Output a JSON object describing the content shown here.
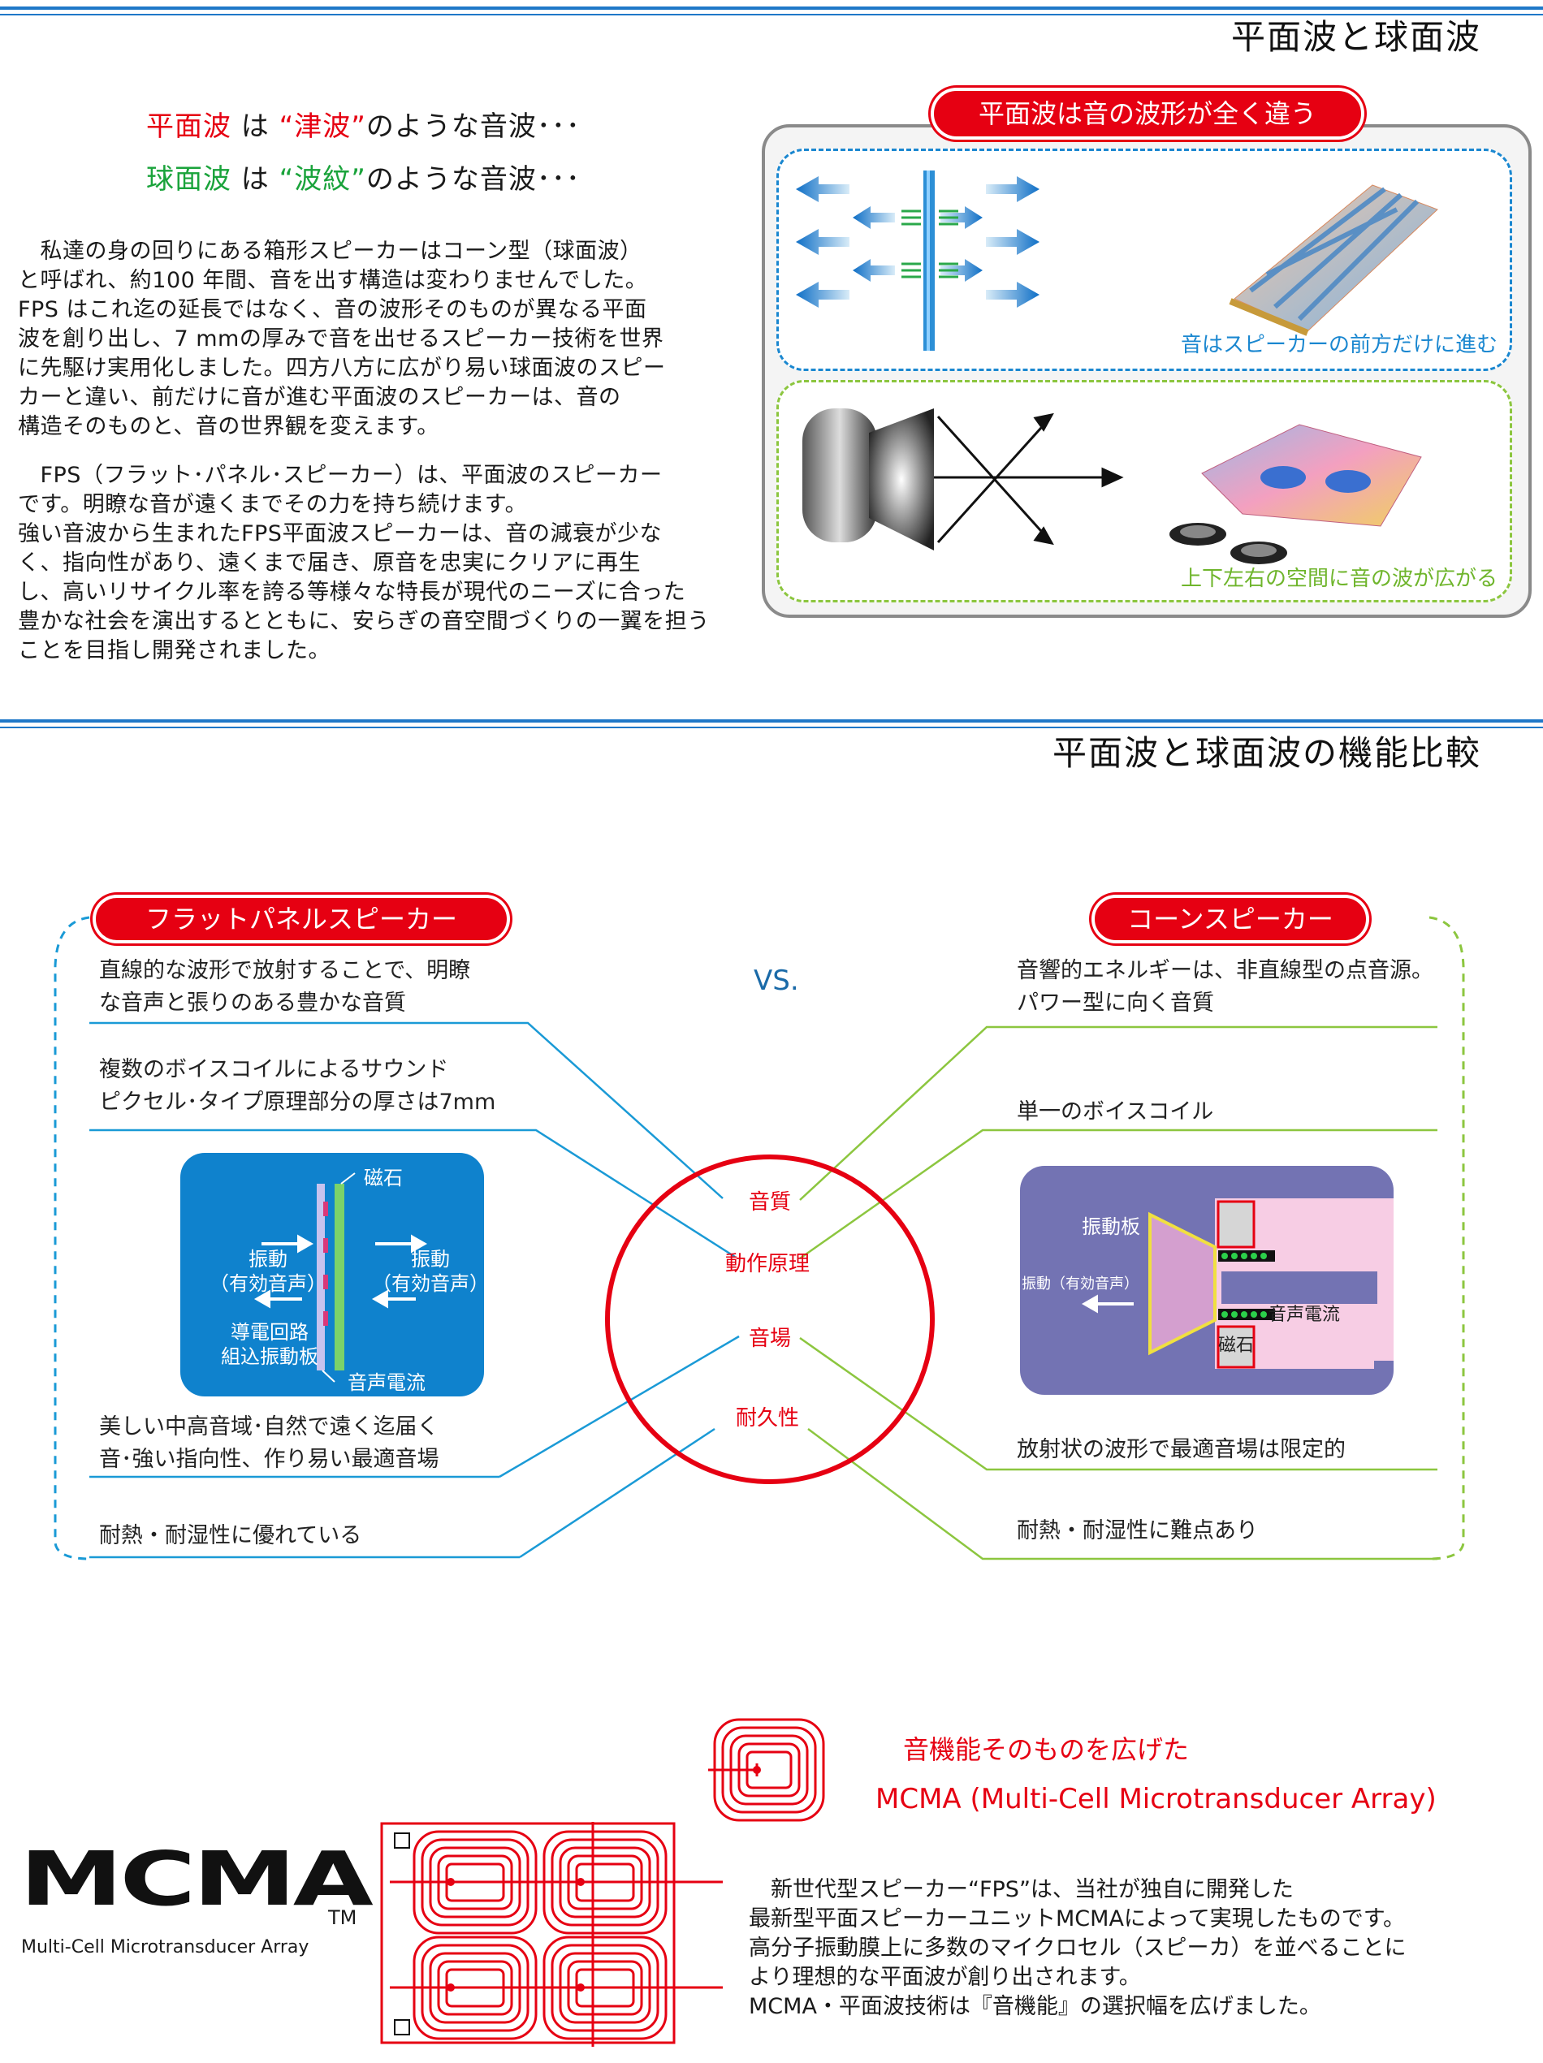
{
  "section1": {
    "title": "平面波と球面波",
    "intro": {
      "line1_a": "平面波",
      "line1_b": " は ",
      "line1_c": "“津波”",
      "line1_d": "のような音波･･･",
      "line2_a": "球面波",
      "line2_b": " は ",
      "line2_c": "“波紋”",
      "line2_d": "のような音波･･･"
    },
    "para1": [
      "　私達の身の回りにある箱形スピーカーはコーン型（球面波）",
      "と呼ばれ、約100 年間、音を出す構造は変わりませんでした。",
      "FPS はこれ迄の延長ではなく、音の波形そのものが異なる平面",
      "波を創り出し、7 mmの厚みで音を出せるスピーカー技術を世界",
      "に先駆け実用化しました。四方八方に広がり易い球面波のスピー",
      "カーと違い、前だけに音が進む平面波のスピーカーは、音の",
      "構造そのものと、音の世界観を変えます。"
    ],
    "para2": [
      "　FPS（フラット･パネル･スピーカー）は、平面波のスピーカー",
      "です。明瞭な音が遠くまでその力を持ち続けます。",
      "強い音波から生まれたFPS平面波スピーカーは、音の減衰が少な",
      "く、指向性があり、遠くまで届き、原音を忠実にクリアに再生",
      "し、高いリサイクル率を誇る等様々な特長が現代のニーズに合った",
      "豊かな社会を演出するとともに、安らぎの音空間づくりの一翼を担う",
      "ことを目指し開発されました。"
    ],
    "panel": {
      "badge": "平面波は音の波形が全く違う",
      "top_caption": "音はスピーカーの前方だけに進む",
      "bottom_caption": "上下左右の空間に音の波が広がる"
    }
  },
  "section2": {
    "title": "平面波と球面波の機能比較",
    "vs": "VS.",
    "left_badge": "フラットパネルスピーカー",
    "right_badge": "コーンスピーカー",
    "left_items": {
      "quality": [
        "直線的な波形で放射することで、明瞭",
        "な音声と張りのある豊かな音質"
      ],
      "principle": [
        "複数のボイスコイルによるサウンド",
        "ピクセル･タイプ原理部分の厚さは7mm"
      ],
      "field": [
        "美しい中高音域･自然で遠く迄届く",
        "音･強い指向性、作り易い最適音場"
      ],
      "durability": [
        "耐熱・耐湿性に優れている"
      ]
    },
    "right_items": {
      "quality": [
        "音響的エネルギーは、非直線型の点音源。",
        "パワー型に向く音質"
      ],
      "principle": [
        "単一のボイスコイル"
      ],
      "field": [
        "放射状の波形で最適音場は限定的"
      ],
      "durability": [
        "耐熱・耐湿性に難点あり"
      ]
    },
    "circle": {
      "quality": "音質",
      "principle": "動作原理",
      "field": "音場",
      "durability": "耐久性"
    },
    "left_diagram": {
      "magnet": "磁石",
      "vib_left": [
        "振動",
        "（有効音声）"
      ],
      "vib_right": [
        "振動",
        "（有効音声）"
      ],
      "board": [
        "導電回路",
        "組込振動板"
      ],
      "current": "音声電流"
    },
    "right_diagram": {
      "plate": "振動板",
      "vib": "振動（有効音声）",
      "current": "音声電流",
      "magnet": "磁石"
    },
    "colors": {
      "left_accent": "#1a9ad6",
      "right_accent": "#8cc63f",
      "red": "#e60012"
    }
  },
  "section3": {
    "headline1": "音機能そのものを広げた",
    "headline2": "MCMA (Multi-Cell Microtransducer Array)",
    "logo_text": "MCMA",
    "logo_sub": "Multi-Cell Microtransducer Array",
    "tm": "TM",
    "desc": [
      "　新世代型スピーカー“FPS”は、当社が独自に開発した",
      "最新型平面スピーカーユニットMCMAによって実現したものです。",
      "高分子振動膜上に多数のマイクロセル（スピーカ）を並べることに",
      "より理想的な平面波が創り出されます。",
      "MCMA・平面波技術は『音機能』の選択幅を広げました。"
    ]
  }
}
